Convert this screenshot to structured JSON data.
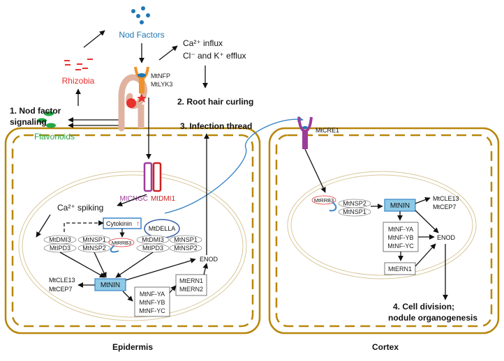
{
  "colors": {
    "cell_border": "#b8860b",
    "nucleus_border": "#d8c79a",
    "rhizobia": "#e8302c",
    "nod_factors": "#1f77b4",
    "flavonoids": "#22a845",
    "receptor_orange": "#f0922b",
    "receptor_purple": "#9c3c9a",
    "channel_red": "#cc2222",
    "nin_fill": "#8ecae6",
    "nin_border": "#3a86c8",
    "root_hair": "#e0b3a0",
    "cytokinin_blue": "#3a86c8"
  },
  "labels": {
    "nod_factors": "Nod Factors",
    "rhizobia": "Rhizobia",
    "flavonoids": "Flavonoids",
    "ca_influx": "Ca²⁺ influx",
    "efflux": "Cl⁻  and K⁺ efflux",
    "mtnfp": "MtNFP",
    "mtlyk3": "MtLYK3",
    "step1_line1": "1. Nod factor",
    "step1_line2": "signaling",
    "step2": "2. Root hair curling",
    "step3": "3. Infection thread",
    "step4_line1": "4. Cell division;",
    "step4_line2": "nodule organogenesis",
    "mtcre1": "MtCRE1",
    "mtcngc": "MtCNGC",
    "mtdmi1": "MtDMI1",
    "ca_spiking": "Ca²⁺ spiking",
    "cytokinin": "Cytokinin",
    "cytokinin_arrow": "↑",
    "mtdella": "MtDELLA",
    "mtdmi3_a": "MtDMI3",
    "mtipd3_a": "MtIPD3",
    "mtnsp1_a": "MtNSP1",
    "mtnsp2_a": "MtNSP2",
    "mtrrb3_a": "MtRRB3",
    "mtdmi3_b": "MtDMI3",
    "mtipd3_b": "MtIPD3",
    "mtnsp1_b": "MtNSP1",
    "mtnsp2_b": "MtNSP2",
    "mtnin_a": "MtNIN",
    "mtcle13_a": "MtCLE13",
    "mtcep7_a": "MtCEP7",
    "nfya_a": "MtNF-YA",
    "nfyb_a": "MtNF-YB",
    "nfyc_a": "MtNF-YC",
    "mtern1_a": "MtERN1",
    "mtern2_a": "MtERN2",
    "enod_a": "ENOD",
    "mtrrb3_b": "MtRRB3",
    "mtnsp2_c": "MtNSP2",
    "mtnsp1_c": "MtNSP1",
    "mtnin_b": "MtNIN",
    "mtcle13_b": "MtCLE13",
    "mtcep7_b": "MtCEP7",
    "nfya_b": "MtNF-YA",
    "nfyb_b": "MtNF-YB",
    "nfyc_b": "MtNF-YC",
    "mtern1_b": "MtERN1",
    "enod_b": "ENOD",
    "epidermis": "Epidermis",
    "cortex": "Cortex"
  }
}
